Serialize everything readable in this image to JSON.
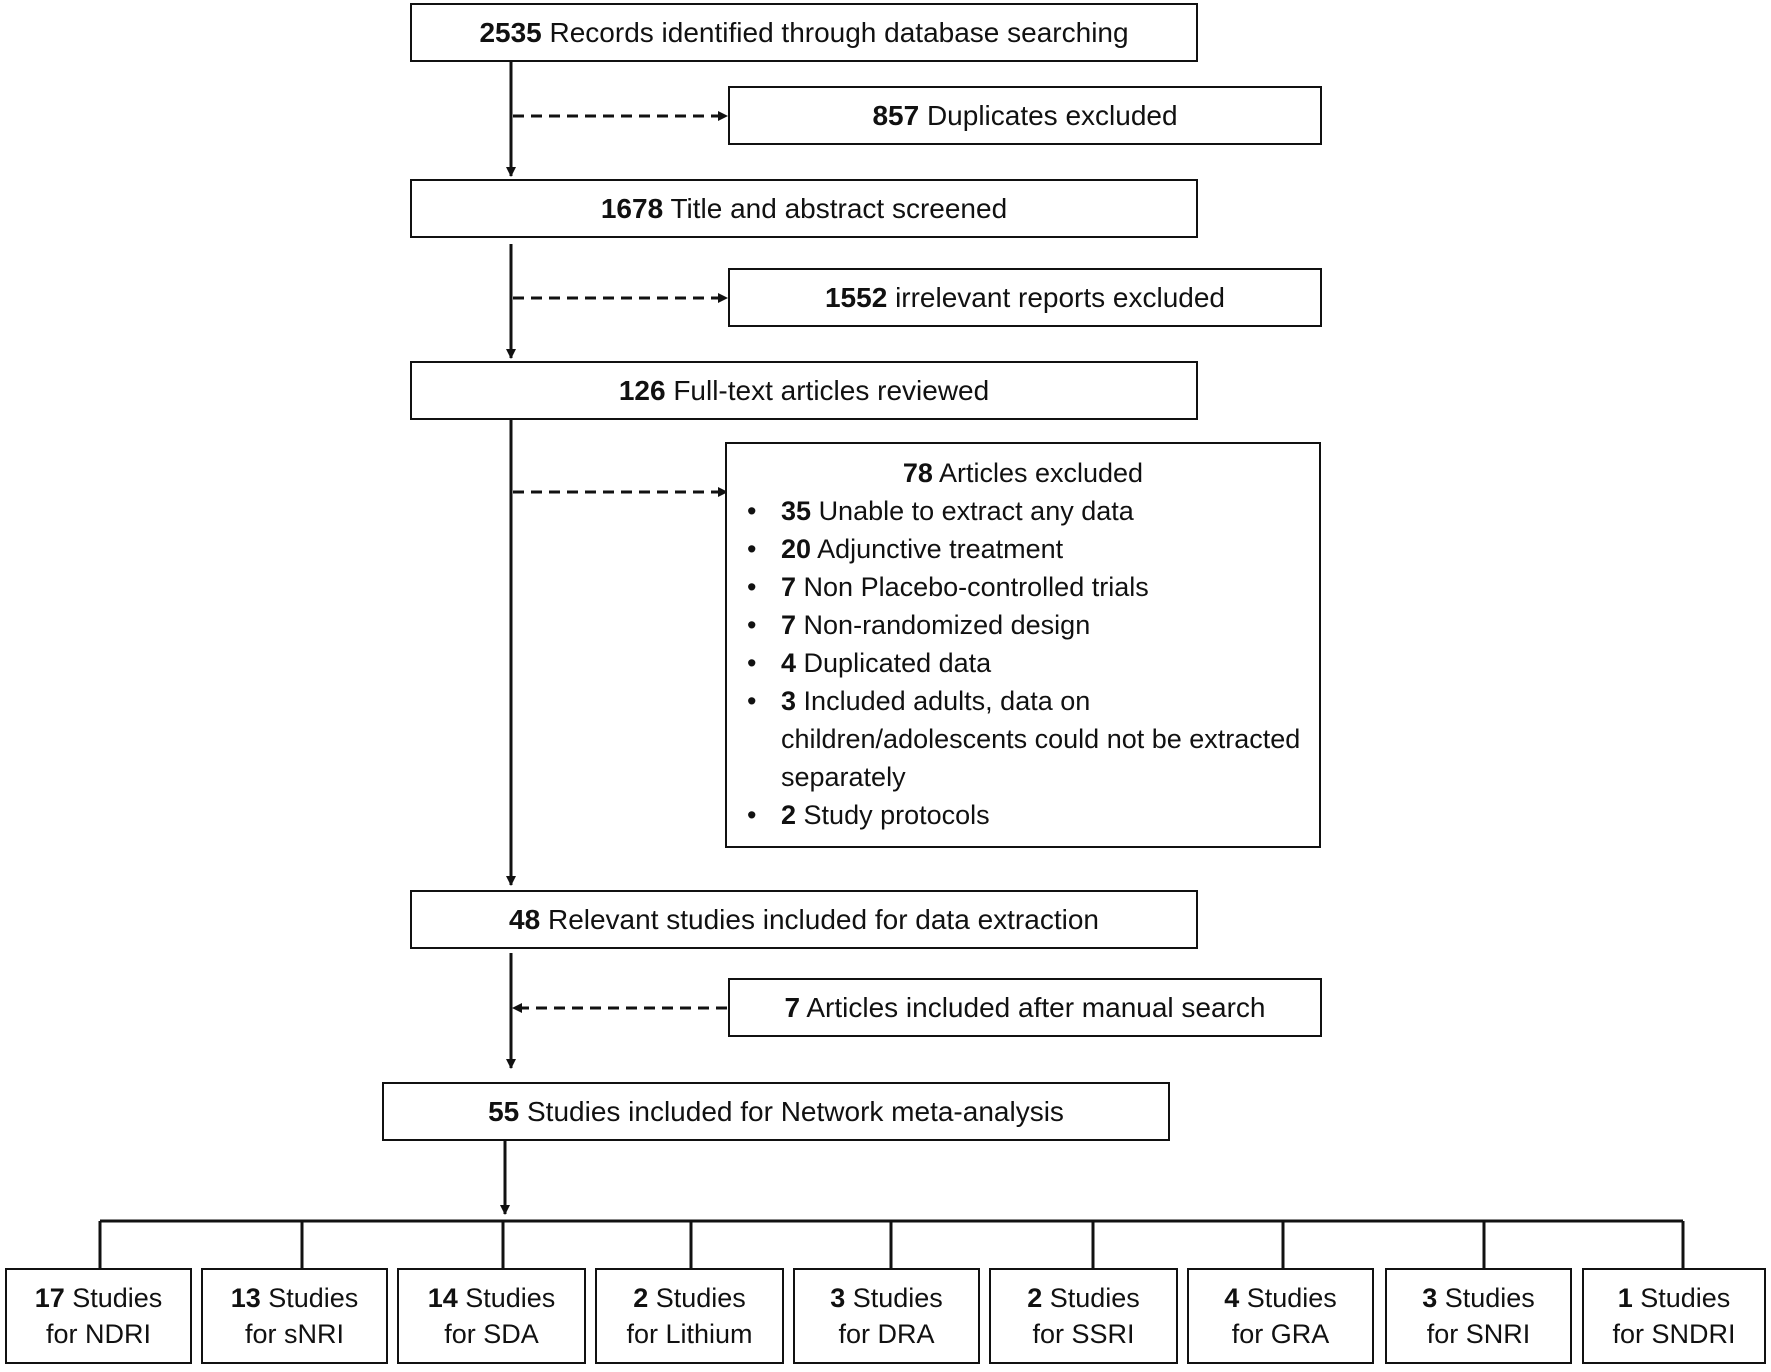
{
  "boxes": {
    "records": {
      "count": "2535",
      "text": "Records identified through database searching"
    },
    "duplicates": {
      "count": "857",
      "text": "Duplicates excluded"
    },
    "screened": {
      "count": "1678",
      "text": "Title and abstract screened"
    },
    "irrelevant": {
      "count": "1552",
      "text": "irrelevant reports excluded"
    },
    "fulltext": {
      "count": "126",
      "text": "Full-text articles reviewed"
    },
    "relevant": {
      "count": "48",
      "text": "Relevant studies included for data extraction"
    },
    "manual": {
      "count": "7",
      "text": "Articles included after manual search"
    },
    "network": {
      "count": "55",
      "text": "Studies included for Network meta-analysis"
    }
  },
  "excluded": {
    "count": "78",
    "text": "Articles excluded",
    "reasons": [
      {
        "count": "35",
        "text": "Unable to extract any data"
      },
      {
        "count": "20",
        "text": "Adjunctive treatment"
      },
      {
        "count": "7",
        "text": "Non Placebo-controlled trials"
      },
      {
        "count": "7",
        "text": "Non-randomized design"
      },
      {
        "count": "4",
        "text": "Duplicated data"
      },
      {
        "count": "3",
        "text": "Included adults, data on children/adolescents could not be extracted separately"
      },
      {
        "count": "2",
        "text": "Study protocols"
      }
    ]
  },
  "studies": [
    {
      "count": "17",
      "label": "Studies",
      "drug": "for NDRI"
    },
    {
      "count": "13",
      "label": "Studies",
      "drug": "for sNRI"
    },
    {
      "count": "14",
      "label": "Studies",
      "drug": "for SDA"
    },
    {
      "count": "2",
      "label": "Studies",
      "drug": "for Lithium"
    },
    {
      "count": "3",
      "label": "Studies",
      "drug": "for DRA"
    },
    {
      "count": "2",
      "label": "Studies",
      "drug": "for SSRI"
    },
    {
      "count": "4",
      "label": "Studies",
      "drug": "for GRA"
    },
    {
      "count": "3",
      "label": "Studies",
      "drug": "for SNRI"
    },
    {
      "count": "1",
      "label": "Studies",
      "drug": "for SNDRI"
    }
  ]
}
